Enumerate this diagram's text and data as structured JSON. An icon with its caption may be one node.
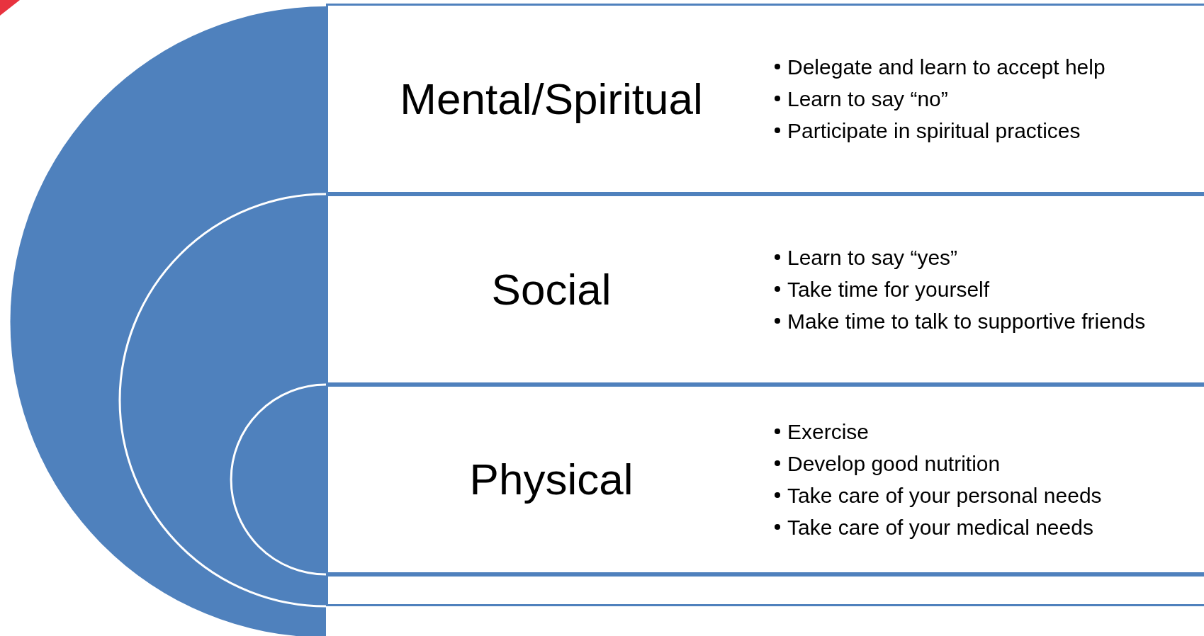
{
  "diagram": {
    "nodes": [
      {
        "text": [
          "Mental/Spiritual",
          "Delegate and learn to accept help",
          "Learn to say “no”",
          "Participate in spiritual practices"
        ]
      },
      {
        "text": [
          "Social",
          "Learn to say “yes”",
          "Take time for yourself",
          "Make time to talk to supportive friends"
        ]
      },
      {
        "text": [
          "Physical",
          "Exercise",
          "Develop good nutrition",
          "Take care of your personal needs",
          "Take care of your medical needs"
        ]
      },
      {
        "text": [],
        "shape": "box"
      }
    ]
  }
}
